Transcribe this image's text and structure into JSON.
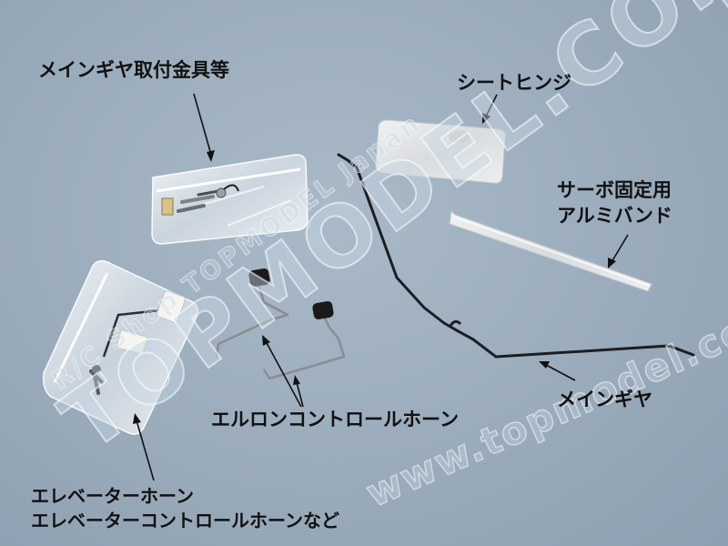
{
  "labels": {
    "main_gear_fittings": "メインギヤ取付金具等",
    "sheet_hinge": "シートヒンジ",
    "servo_band_line1": "サーボ固定用",
    "servo_band_line2": "アルミバンド",
    "main_gear": "メインギヤ",
    "aileron_horn": "エルロンコントロールホーン",
    "elevator_horn_line1": "エレベーターホーン",
    "elevator_horn_line2": "エレベーターコントロールホーンなど"
  },
  "watermark": {
    "main": "TOPMODEL.CO.JP",
    "shop": "R/C Shop TOPMODEL Japan",
    "url": "www.topmodel.co.jp"
  },
  "colors": {
    "background": "#9fb0c1",
    "text": "#111111",
    "wire": "#1b1e22",
    "aluminum": "#e2e5e6"
  }
}
